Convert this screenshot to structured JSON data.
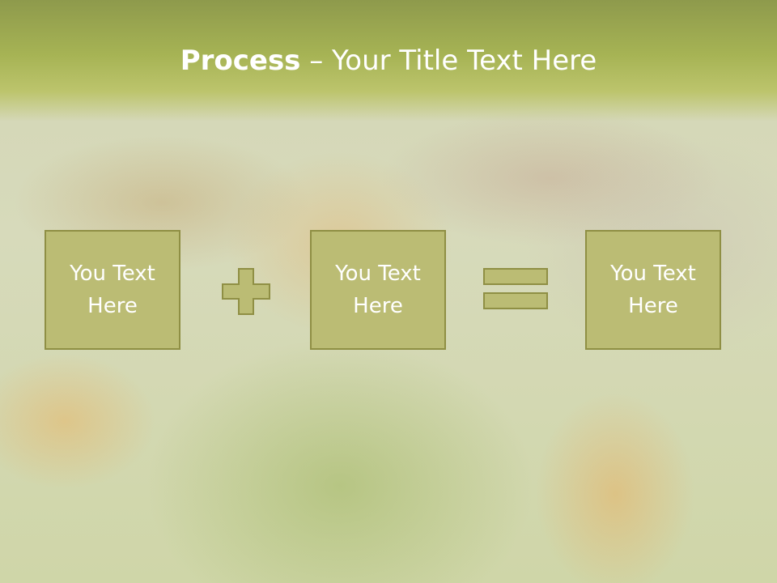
{
  "slide": {
    "title_bold": "Process",
    "title_rest": " – Your Title Text Here",
    "boxes": [
      {
        "text": "You Text Here"
      },
      {
        "text": "You Text Here"
      },
      {
        "text": "You Text Here"
      }
    ],
    "operators": [
      "plus-icon",
      "equals-icon"
    ]
  },
  "colors": {
    "header_band": "#a6b354",
    "box_fill": "#bbbc74",
    "box_border": "#8f8f44",
    "text": "#ffffff"
  }
}
